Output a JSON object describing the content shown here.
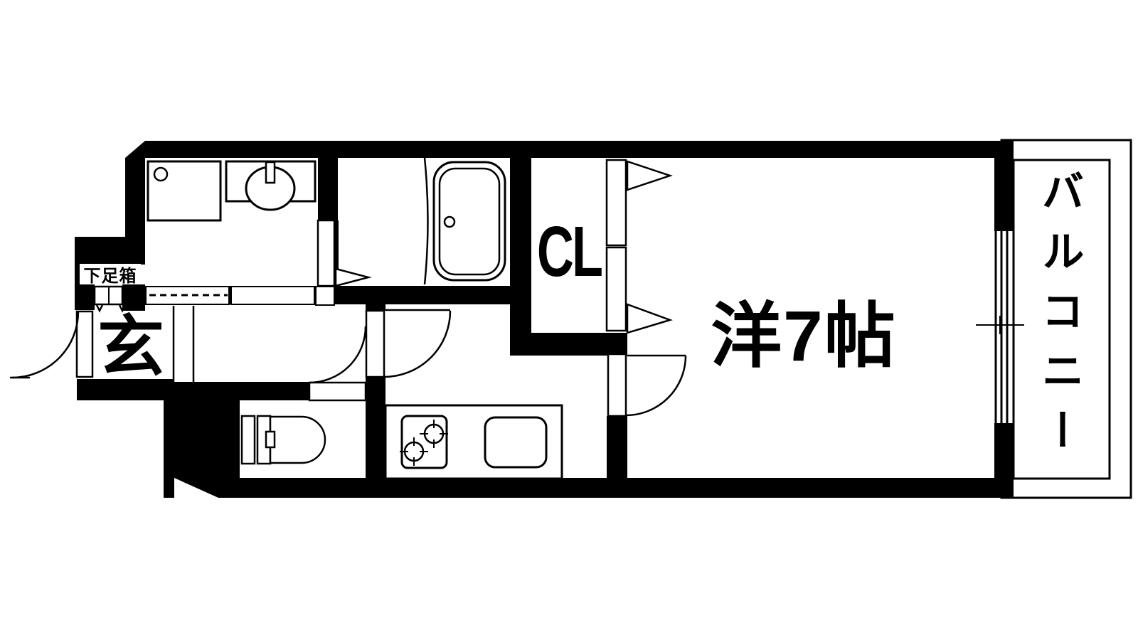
{
  "title": "floor-plan",
  "labels": {
    "shoe_box": "下足箱",
    "entrance": "玄",
    "closet": "CL",
    "western_room": "洋7帖",
    "balcony": "バルコニー"
  },
  "colors": {
    "wall": "#000000",
    "background": "#ffffff",
    "line": "#000000"
  },
  "fixtures": [
    "washing-machine",
    "washroom-sink",
    "bathtub",
    "toilet",
    "stove",
    "kitchen-sink",
    "shoe-cabinet",
    "sliding-window",
    "balcony-railing"
  ]
}
